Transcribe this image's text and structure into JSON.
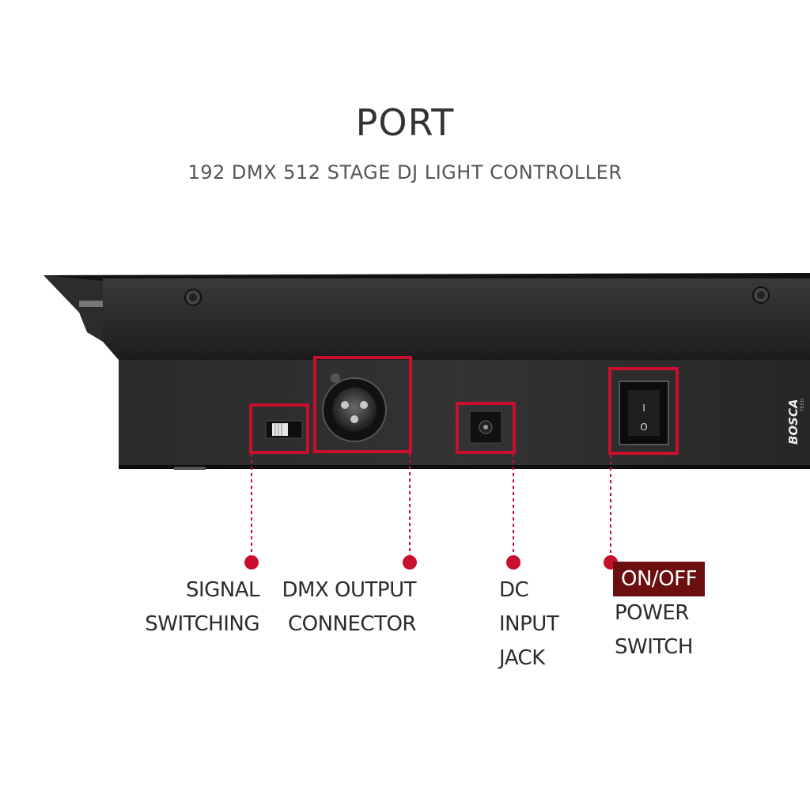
{
  "header": {
    "title": "PORT",
    "subtitle": "192 DMX 512 STAGE DJ LIGHT CONTROLLER"
  },
  "brand": {
    "logo_text": "BOSCA",
    "logo_sub": "TECH"
  },
  "switch_marks": {
    "on": "I",
    "off": "O"
  },
  "colors": {
    "callout": "#c8102e",
    "device_body": "#1a1a1a",
    "badge": "#6b0f10"
  },
  "callouts": [
    {
      "line1": "SIGNAL",
      "line2": "SWITCHING"
    },
    {
      "line1": "DMX OUTPUT",
      "line2": "CONNECTOR"
    },
    {
      "line1": "DC",
      "line2": "INPUT",
      "line3": "JACK"
    },
    {
      "line1": "ON/OFF",
      "line2": "POWER",
      "line3": "SWITCH"
    }
  ]
}
